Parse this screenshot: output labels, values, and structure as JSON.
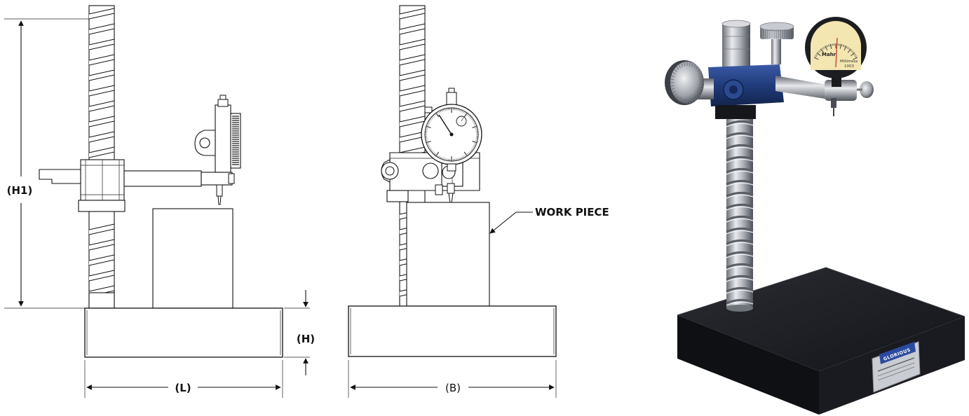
{
  "dimensions": {
    "height_total": "(H1)",
    "base_height": "(H)",
    "length": "(L)",
    "breadth": "(B)"
  },
  "callout": {
    "work_piece": "WORK PIECE"
  },
  "photo": {
    "dial_brand": "Mahr",
    "dial_model": "Millimess",
    "dial_number": "1003",
    "badge_brand": "GLORIOUS"
  },
  "colors": {
    "line": "#111111",
    "granite_base": "#1c1d22",
    "clamp_blue": "#1f3b7a",
    "chrome": "#b9bcc2",
    "dial_face": "#f3e6b0"
  }
}
